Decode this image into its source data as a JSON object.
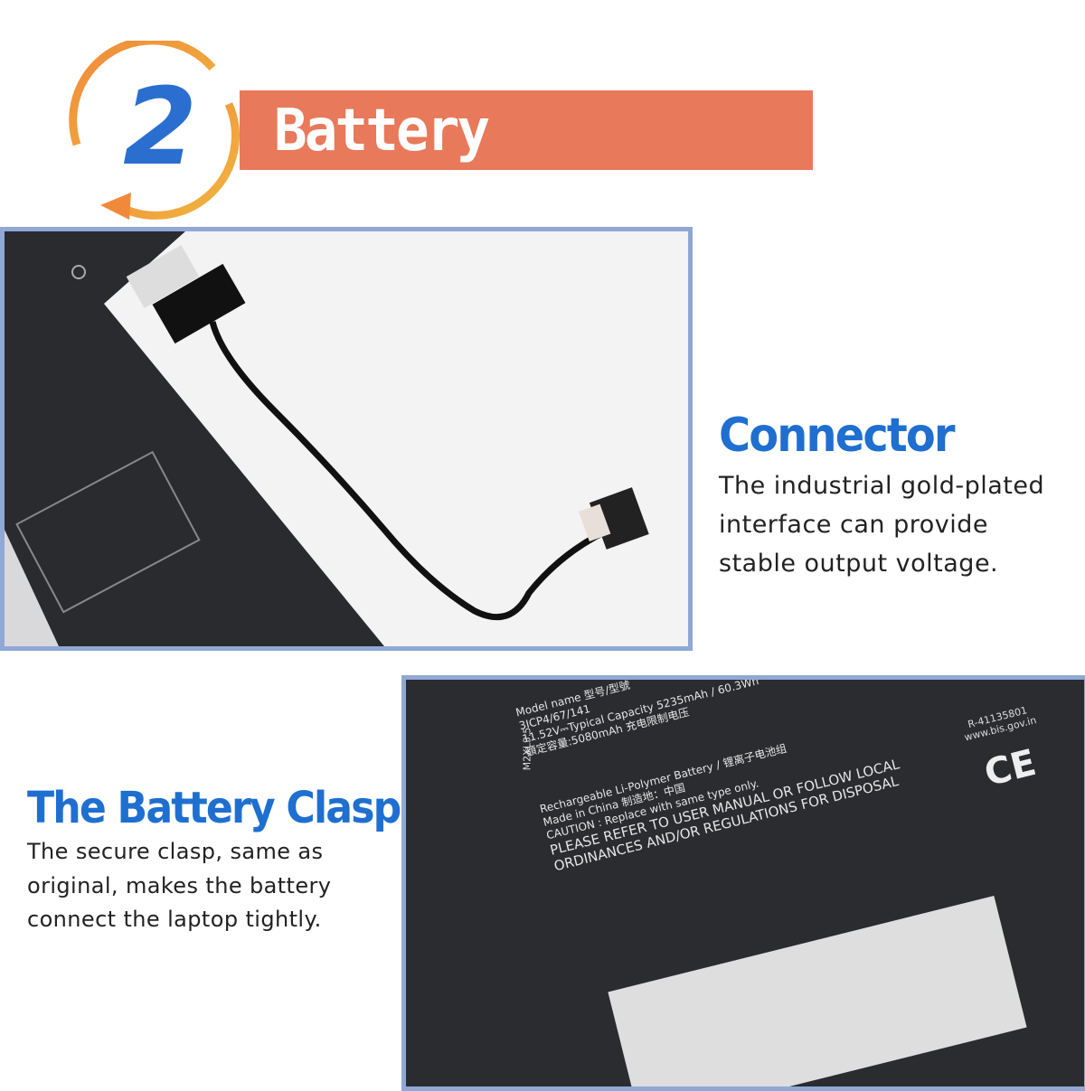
{
  "header": {
    "step_number": "2",
    "title": "Battery connector"
  },
  "connector": {
    "heading": "Connector",
    "lines": [
      "The industrial gold-plated",
      "interface can provide",
      "stable output voltage."
    ]
  },
  "clasp": {
    "heading": "The Battery Clasp",
    "lines": [
      "The secure clasp, same as",
      "original, makes the battery",
      "connect the laptop tightly."
    ]
  },
  "battery_label": {
    "model": "Model name 型号/型號",
    "cell": "3ICP4/67/141",
    "capacity": "11.52V⎓Typical Capacity 5235mAh / 60.3Wh",
    "rated": "額定容量:5080mAh 充电限制电压",
    "type": "Rechargeable Li-Polymer Battery / 锂离子电池组",
    "made": "Made in China 制造地：中国",
    "caution": "CAUTION : Replace with same type only.",
    "refer": "PLEASE REFER TO USER MANUAL OR FOLLOW LOCAL",
    "ordinances": "ORDINANCES AND/OR REGULATIONS FOR DISPOSAL",
    "screw": "M2XL3.5",
    "cert": "R-41135801",
    "bis": "www.bis.gov.in",
    "ce": "CE"
  },
  "colors": {
    "banner": "#e8795a",
    "heading": "#1f6fd0",
    "frame": "#8fa8d6"
  }
}
